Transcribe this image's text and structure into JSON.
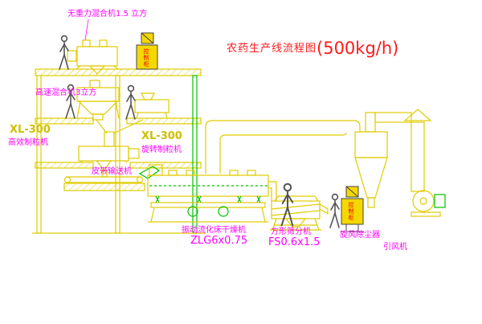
{
  "title": {
    "main": "农药生产线流程图",
    "capacity": "(500kg/h)"
  },
  "labels": {
    "no_gravity_mixer": "无重力混合机1.5 立方",
    "high_speed_mixer": "高速混合机3立方",
    "left_granulator_model": "XL-300",
    "left_granulator_name": "高效制粒机",
    "center_granulator_model": "XL-300",
    "center_granulator_name": "旋转制粒机",
    "belt_conveyor": "皮带输送机",
    "fluid_bed_dryer": "振动流化床干燥机",
    "fluid_bed_dryer_model": "ZLG6x0.75",
    "square_sieve": "方形筛分机",
    "square_sieve_model": "FS0.6x1.5",
    "cyclone": "旋风除尘器",
    "fan": "引风机",
    "control_cabinet": "控制柜"
  },
  "colors": {
    "line_yellow": "#e0cc00",
    "line_green": "#00c000",
    "label_magenta": "#ff00ff",
    "title_red": "#ff1a1a",
    "cabinet_fill": "#f4d800",
    "human_gray": "#555555"
  }
}
